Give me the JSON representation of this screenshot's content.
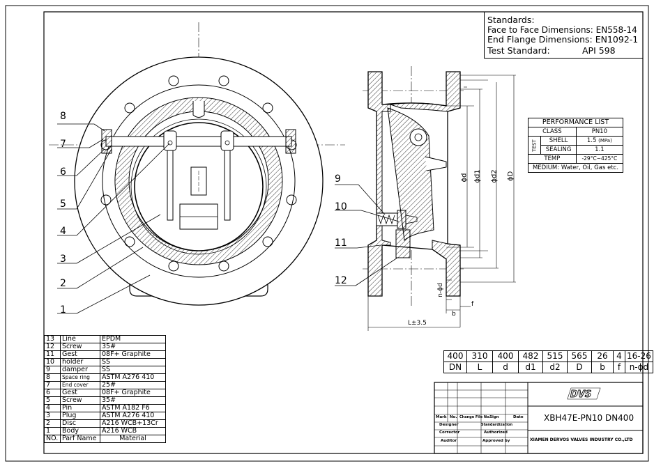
{
  "standards": {
    "heading": "Standards:",
    "face_to_face": "Face to Face Dimensions: EN558-14",
    "end_flange": "End Flange Dimensions:  EN1092-1",
    "test_label": "Test Standard:",
    "test_value": "API 598"
  },
  "performance": {
    "title": "PERFORMANCE LIST",
    "class_label": "CLASS",
    "class_value": "PN10",
    "test_label": "TEST",
    "shell_label": "SHELL",
    "shell_value": "1.5",
    "sealing_label": "SEALING",
    "sealing_value": "1.1",
    "unit": "(MPa)",
    "temp_label": "TEMP",
    "temp_value": "-29°C~425°C",
    "medium": "MEDIUM: Water, Oil, Gas etc."
  },
  "dims": {
    "values": [
      "400",
      "310",
      "400",
      "482",
      "515",
      "565",
      "26",
      "4",
      "16-26"
    ],
    "labels": [
      "DN",
      "L",
      "d",
      "d1",
      "d2",
      "D",
      "b",
      "f",
      "n-ϕd"
    ]
  },
  "drawing_labels": {
    "front_callouts": [
      "8",
      "7",
      "6",
      "5",
      "4",
      "3",
      "2",
      "1"
    ],
    "side_callouts": [
      "9",
      "10",
      "11",
      "12"
    ],
    "phi_d": "ϕd",
    "phi_d1": "ϕd1",
    "phi_d2": "ϕd2",
    "phi_D": "ϕD",
    "length": "L±3.5",
    "b": "b",
    "f": "f",
    "n_phi_d": "n-ϕd"
  },
  "bom": [
    {
      "no": "13",
      "name": "Line",
      "material": "EPDM"
    },
    {
      "no": "12",
      "name": "Screw",
      "material": "35#"
    },
    {
      "no": "11",
      "name": "Gest",
      "material": "08F+ Graphite"
    },
    {
      "no": "10",
      "name": "holder",
      "material": "SS"
    },
    {
      "no": "9",
      "name": "damper",
      "material": "SS"
    },
    {
      "no": "8",
      "name": "Space ring",
      "material": "ASTM A276 410"
    },
    {
      "no": "7",
      "name": "End cover",
      "material": "25#"
    },
    {
      "no": "6",
      "name": "Gest",
      "material": "08F+ Graphite"
    },
    {
      "no": "5",
      "name": "Screw",
      "material": "35#"
    },
    {
      "no": "4",
      "name": "Pin",
      "material": "ASTM  A182 F6"
    },
    {
      "no": "3",
      "name": "Plug",
      "material": "ASTM A276 410"
    },
    {
      "no": "2",
      "name": "Disc",
      "material": "A216 WCB+13Cr"
    },
    {
      "no": "1",
      "name": "Body",
      "material": "A216 WCB"
    }
  ],
  "bom_header": {
    "no": "NO.",
    "name": "Parf Name",
    "material": "Material"
  },
  "title_block": {
    "logo": "DVS",
    "title": "XBH47E-PN10 DN400",
    "company": "XIAMEN DERVOS VALVES INDUSTRY CO.,LTD",
    "mark": "Mark",
    "no": "No.",
    "change_file": "Change File No.",
    "sign": "Sign",
    "date": "Date",
    "designer": "Designer",
    "standardization": "Standardization",
    "corrector": "Corrector",
    "authorized": "Authorized",
    "auditor": "Auditor",
    "approved": "Approved by"
  }
}
